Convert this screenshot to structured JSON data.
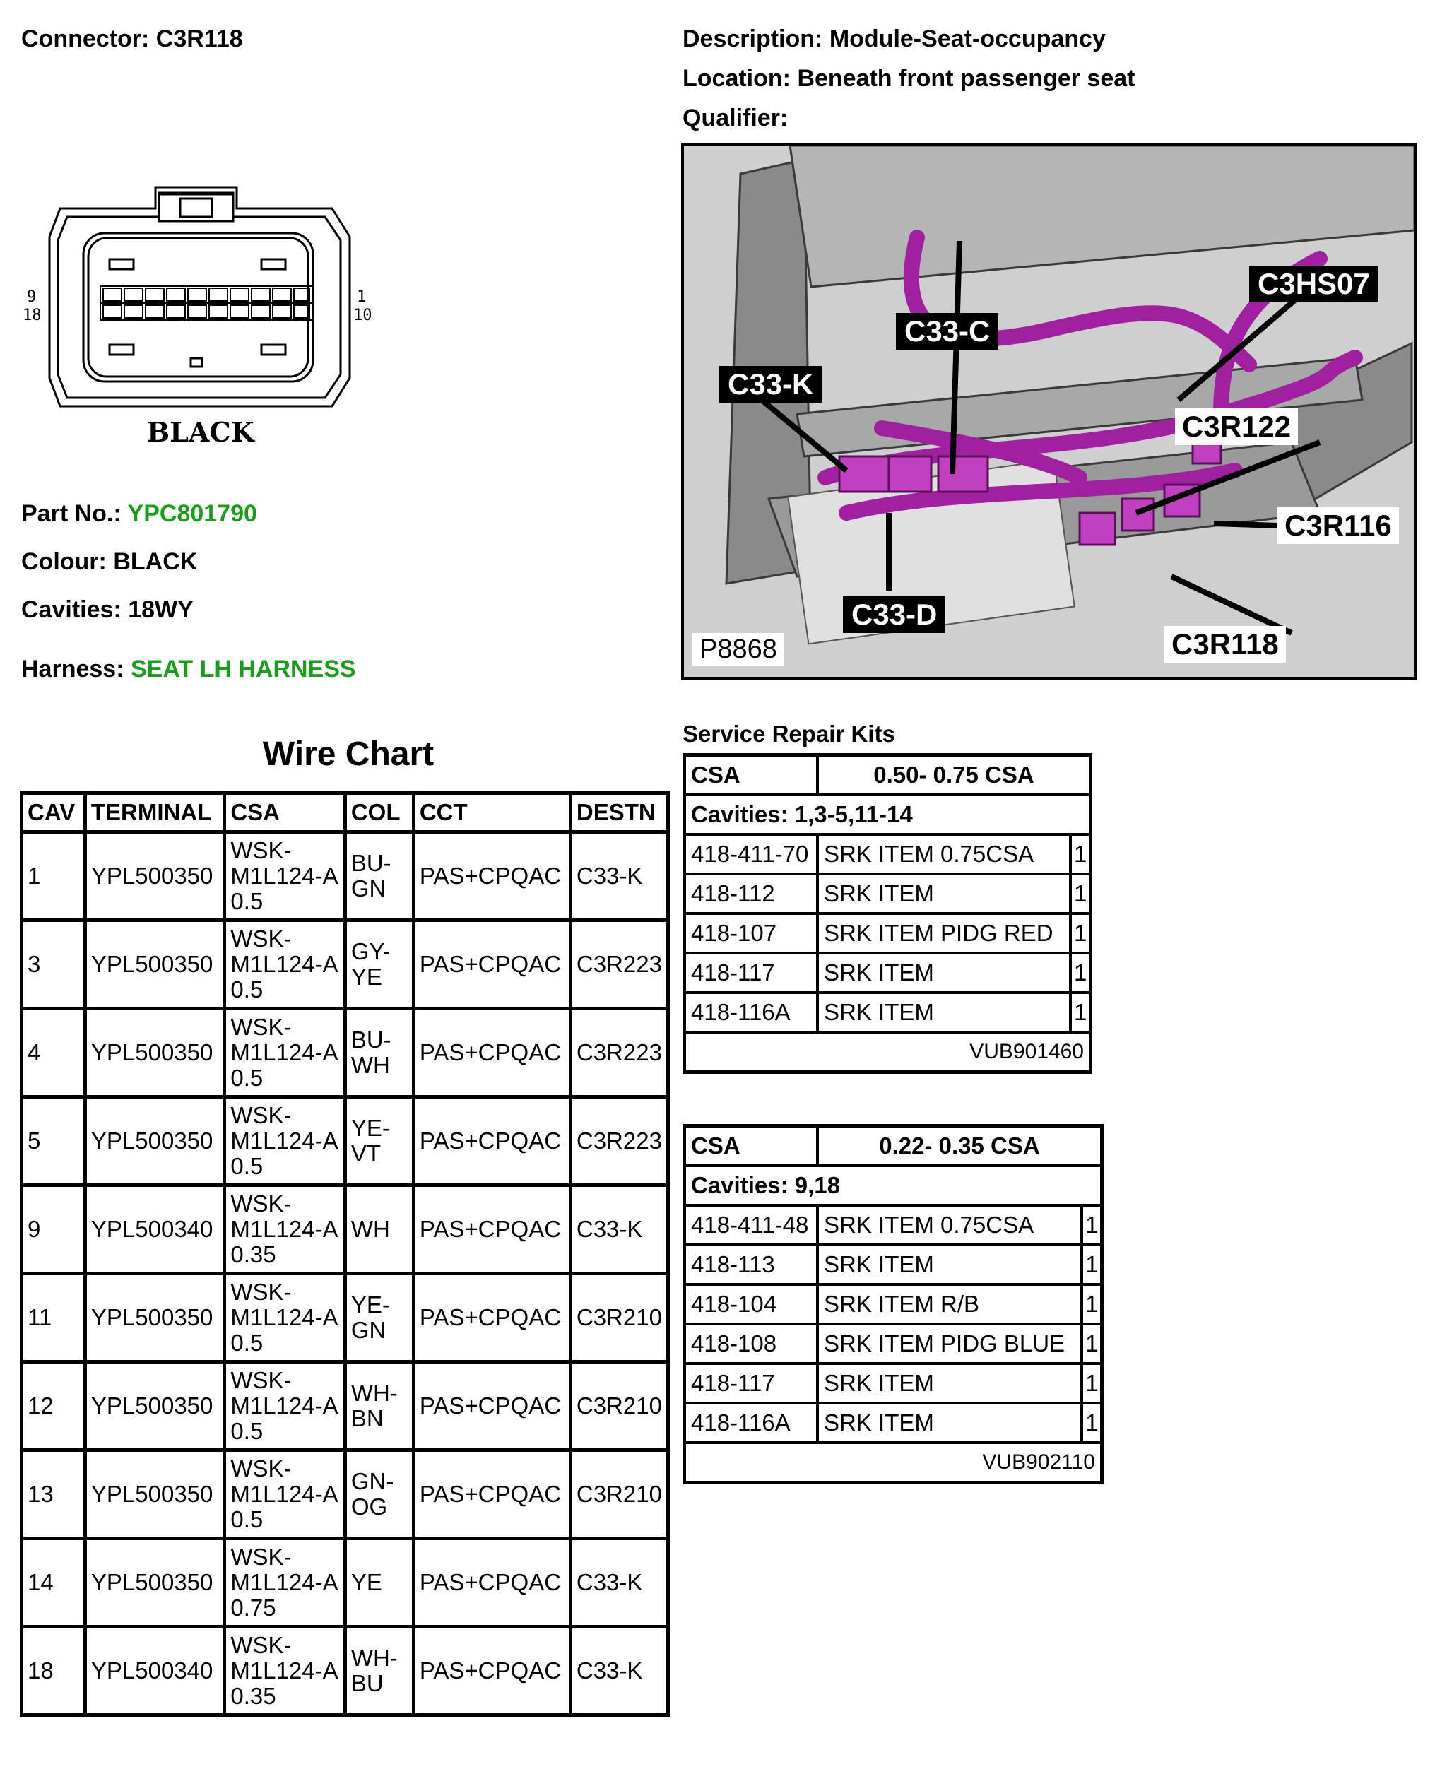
{
  "connector": {
    "label": "Connector:",
    "value": "C3R118"
  },
  "description": {
    "label": "Description:",
    "value": "Module-Seat-occupancy"
  },
  "location": {
    "label": "Location:",
    "value": "Beneath front passenger seat"
  },
  "qualifier": {
    "label": "Qualifier:",
    "value": ""
  },
  "connector_face": {
    "colour_text": "BLACK",
    "pin_labels": {
      "top_left": "9",
      "bottom_left": "18",
      "top_right": "1",
      "bottom_right": "10"
    }
  },
  "part_no": {
    "label": "Part No.:",
    "value": "YPC801790"
  },
  "colour": {
    "label": "Colour:",
    "value": "BLACK"
  },
  "cavities": {
    "label": "Cavities:",
    "value": "18WY"
  },
  "harness": {
    "label": "Harness:",
    "value": "SEAT LH HARNESS"
  },
  "photo": {
    "ref": "P8868",
    "callouts": [
      "C3HS07",
      "C33-C",
      "C33-K",
      "C3R122",
      "C3R116",
      "C33-D",
      "C3R118"
    ]
  },
  "wire_chart": {
    "title": "Wire Chart",
    "headers": [
      "CAV",
      "TERMINAL",
      "CSA",
      "COL",
      "CCT",
      "DESTN"
    ],
    "rows": [
      {
        "cav": "1",
        "terminal": "YPL500350",
        "csa": [
          "WSK-",
          "M1L124-A",
          "0.5"
        ],
        "col": [
          "BU-",
          "GN"
        ],
        "cct": "PAS+CPQAC",
        "destn": "C33-K"
      },
      {
        "cav": "3",
        "terminal": "YPL500350",
        "csa": [
          "WSK-",
          "M1L124-A",
          "0.5"
        ],
        "col": [
          "GY-",
          "YE"
        ],
        "cct": "PAS+CPQAC",
        "destn": "C3R223"
      },
      {
        "cav": "4",
        "terminal": "YPL500350",
        "csa": [
          "WSK-",
          "M1L124-A",
          "0.5"
        ],
        "col": [
          "BU-",
          "WH"
        ],
        "cct": "PAS+CPQAC",
        "destn": "C3R223"
      },
      {
        "cav": "5",
        "terminal": "YPL500350",
        "csa": [
          "WSK-",
          "M1L124-A",
          "0.5"
        ],
        "col": [
          "YE-",
          "VT"
        ],
        "cct": "PAS+CPQAC",
        "destn": "C3R223"
      },
      {
        "cav": "9",
        "terminal": "YPL500340",
        "csa": [
          "WSK-",
          "M1L124-A",
          "0.35"
        ],
        "col": [
          "WH"
        ],
        "cct": "PAS+CPQAC",
        "destn": "C33-K"
      },
      {
        "cav": "11",
        "terminal": "YPL500350",
        "csa": [
          "WSK-",
          "M1L124-A",
          "0.5"
        ],
        "col": [
          "YE-",
          "GN"
        ],
        "cct": "PAS+CPQAC",
        "destn": "C3R210"
      },
      {
        "cav": "12",
        "terminal": "YPL500350",
        "csa": [
          "WSK-",
          "M1L124-A",
          "0.5"
        ],
        "col": [
          "WH-",
          "BN"
        ],
        "cct": "PAS+CPQAC",
        "destn": "C3R210"
      },
      {
        "cav": "13",
        "terminal": "YPL500350",
        "csa": [
          "WSK-",
          "M1L124-A",
          "0.5"
        ],
        "col": [
          "GN-",
          "OG"
        ],
        "cct": "PAS+CPQAC",
        "destn": "C3R210"
      },
      {
        "cav": "14",
        "terminal": "YPL500350",
        "csa": [
          "WSK-",
          "M1L124-A",
          "0.75"
        ],
        "col": [
          "YE"
        ],
        "cct": "PAS+CPQAC",
        "destn": "C33-K"
      },
      {
        "cav": "18",
        "terminal": "YPL500340",
        "csa": [
          "WSK-",
          "M1L124-A",
          "0.35"
        ],
        "col": [
          "WH-",
          "BU"
        ],
        "cct": "PAS+CPQAC",
        "destn": "C33-K"
      }
    ]
  },
  "service_repair_kits": {
    "title": "Service Repair Kits",
    "kits": [
      {
        "csa_label": "CSA",
        "csa_value": "0.50- 0.75 CSA",
        "cavities": "Cavities: 1,3-5,11-14",
        "items": [
          {
            "part": "418-411-70",
            "desc": "SRK ITEM 0.75CSA",
            "qty": "1"
          },
          {
            "part": "418-112",
            "desc": "SRK ITEM",
            "qty": "1"
          },
          {
            "part": "418-107",
            "desc": "SRK ITEM PIDG RED",
            "qty": "1"
          },
          {
            "part": "418-117",
            "desc": "SRK ITEM",
            "qty": "1"
          },
          {
            "part": "418-116A",
            "desc": "SRK ITEM",
            "qty": "1"
          }
        ],
        "kit_ref": "VUB901460"
      },
      {
        "csa_label": "CSA",
        "csa_value": "0.22- 0.35 CSA",
        "cavities": "Cavities: 9,18",
        "items": [
          {
            "part": "418-411-48",
            "desc": "SRK ITEM 0.75CSA",
            "qty": "1"
          },
          {
            "part": "418-113",
            "desc": "SRK ITEM",
            "qty": "1"
          },
          {
            "part": "418-104",
            "desc": "SRK ITEM R/B",
            "qty": "1"
          },
          {
            "part": "418-108",
            "desc": "SRK ITEM PIDG BLUE",
            "qty": "1"
          },
          {
            "part": "418-117",
            "desc": "SRK ITEM",
            "qty": "1"
          },
          {
            "part": "418-116A",
            "desc": "SRK ITEM",
            "qty": "1"
          }
        ],
        "kit_ref": "VUB902110"
      }
    ]
  }
}
